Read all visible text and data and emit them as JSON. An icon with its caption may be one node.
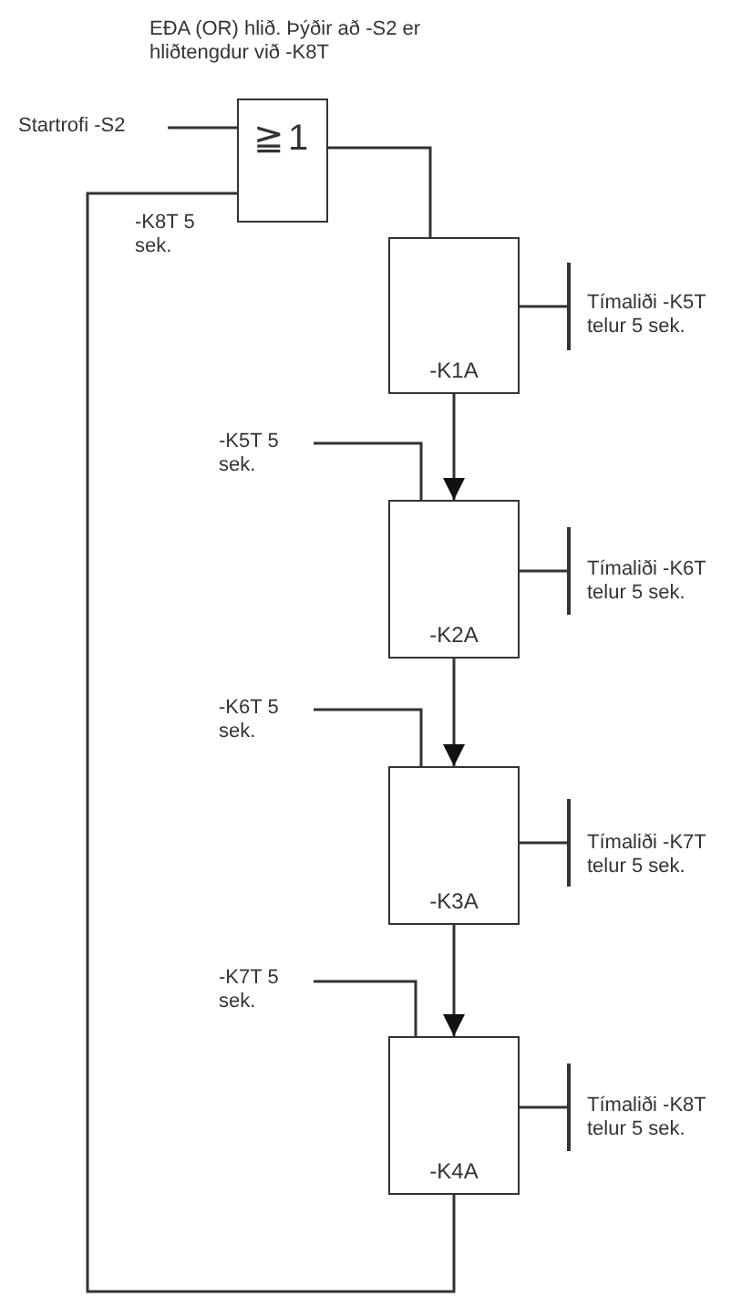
{
  "diagram": {
    "nodes": [
      {
        "text": [
          "Startrofi -S2"
        ]
      },
      {
        "text": [
          "≧1"
        ]
      },
      {
        "text": [
          "-K1A"
        ]
      },
      {
        "text": [
          "Tímaliði -K5T telur 5 sek."
        ]
      },
      {
        "text": [
          "-K5T 5 sek."
        ]
      },
      {
        "text": [
          "-K2A"
        ]
      },
      {
        "text": [
          "Tímaliði -K6T telur 5 sek."
        ]
      },
      {
        "text": [
          "-K6T 5 sek."
        ]
      },
      {
        "text": [
          "-K3A"
        ]
      },
      {
        "text": [
          "Tímaliði -K7T telur 5 sek."
        ]
      },
      {
        "text": [
          "-K7T 5 sek."
        ]
      },
      {
        "text": [
          "-K4A"
        ]
      },
      {
        "text": [
          "Tímaliði -K8T telur 5 sek."
        ]
      }
    ],
    "edges": [
      {
        "from": 0,
        "to": 1,
        "arrow": "none"
      },
      {
        "from": 11,
        "to": 1,
        "arrow": "none"
      },
      {
        "from": 1,
        "to": 2,
        "arrow": "none"
      },
      {
        "from": 2,
        "to": 3,
        "arrow": "other"
      },
      {
        "from": 2,
        "to": 5,
        "arrow": "to"
      },
      {
        "from": 4,
        "to": 5,
        "arrow": "none"
      },
      {
        "from": 5,
        "to": 6,
        "arrow": "other"
      },
      {
        "from": 5,
        "to": 8,
        "arrow": "to"
      },
      {
        "from": 7,
        "to": 8,
        "arrow": "none"
      },
      {
        "from": 8,
        "to": 9,
        "arrow": "other"
      },
      {
        "from": 8,
        "to": 11,
        "arrow": "to"
      },
      {
        "from": 10,
        "to": 11,
        "arrow": "none"
      },
      {
        "from": 11,
        "to": 12,
        "arrow": "other"
      }
    ],
    "labels": [
      "EÐA (OR) hlið. Þýðir að -S2 er hliðtengdur við -K8T",
      "-K8T 5 sek."
    ]
  }
}
